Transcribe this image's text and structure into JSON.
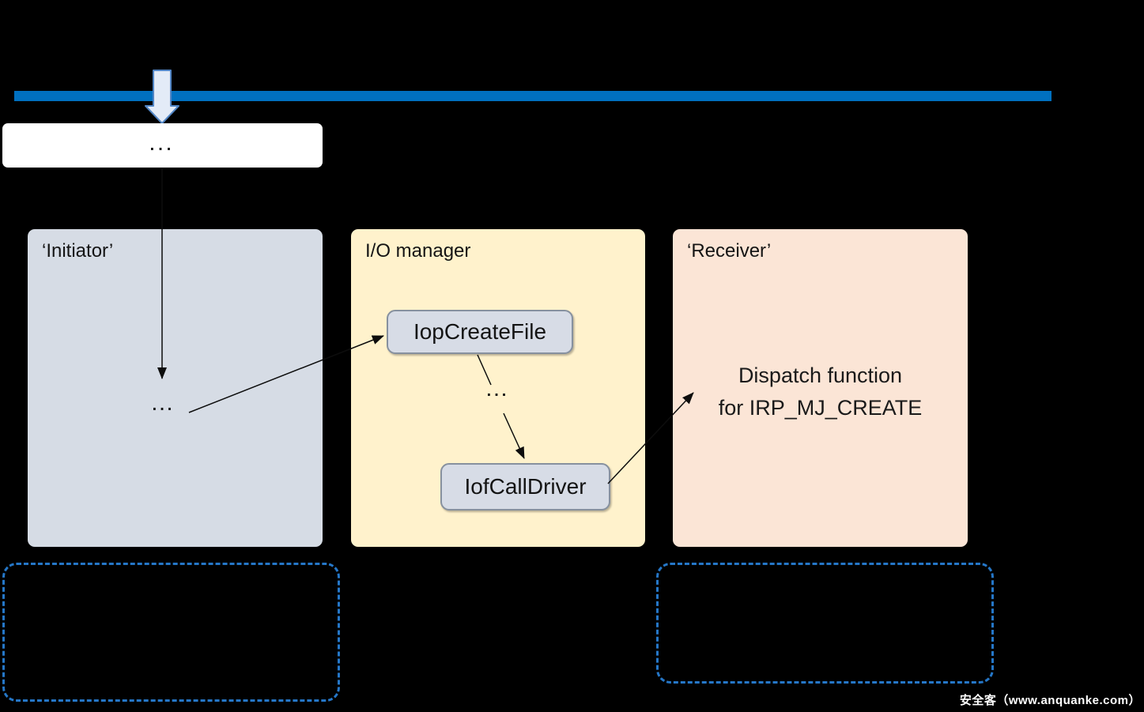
{
  "page": {
    "background_color": "#000000",
    "boundary_line_color": "#0070C0",
    "note_border_color": "#2577C8"
  },
  "top_flow": {
    "entry_box": {
      "label": "...",
      "fill": "#FFFFFF"
    },
    "down_arrow": {
      "fill": "#E3EBF7",
      "border": "#5185C5"
    }
  },
  "sections": {
    "initiator": {
      "title": "‘Initiator’",
      "fill": "#D6DCE5",
      "ellipsis": "..."
    },
    "io_manager": {
      "title": "I/O manager",
      "fill": "#FFF2CC",
      "ellipsis": "...",
      "node_fill": "#D7DCE6",
      "node_border": "#87919F",
      "nodes": {
        "iop_create_file": "IopCreateFile",
        "iof_call_driver": "IofCallDriver"
      }
    },
    "receiver": {
      "title": "‘Receiver’",
      "fill": "#FBE5D6",
      "dispatch": {
        "line1": "Dispatch function",
        "line2": "for IRP_MJ_CREATE"
      }
    }
  },
  "watermark": {
    "text": "安全客（www.anquanke.com）",
    "color": "#FFFFFF"
  }
}
